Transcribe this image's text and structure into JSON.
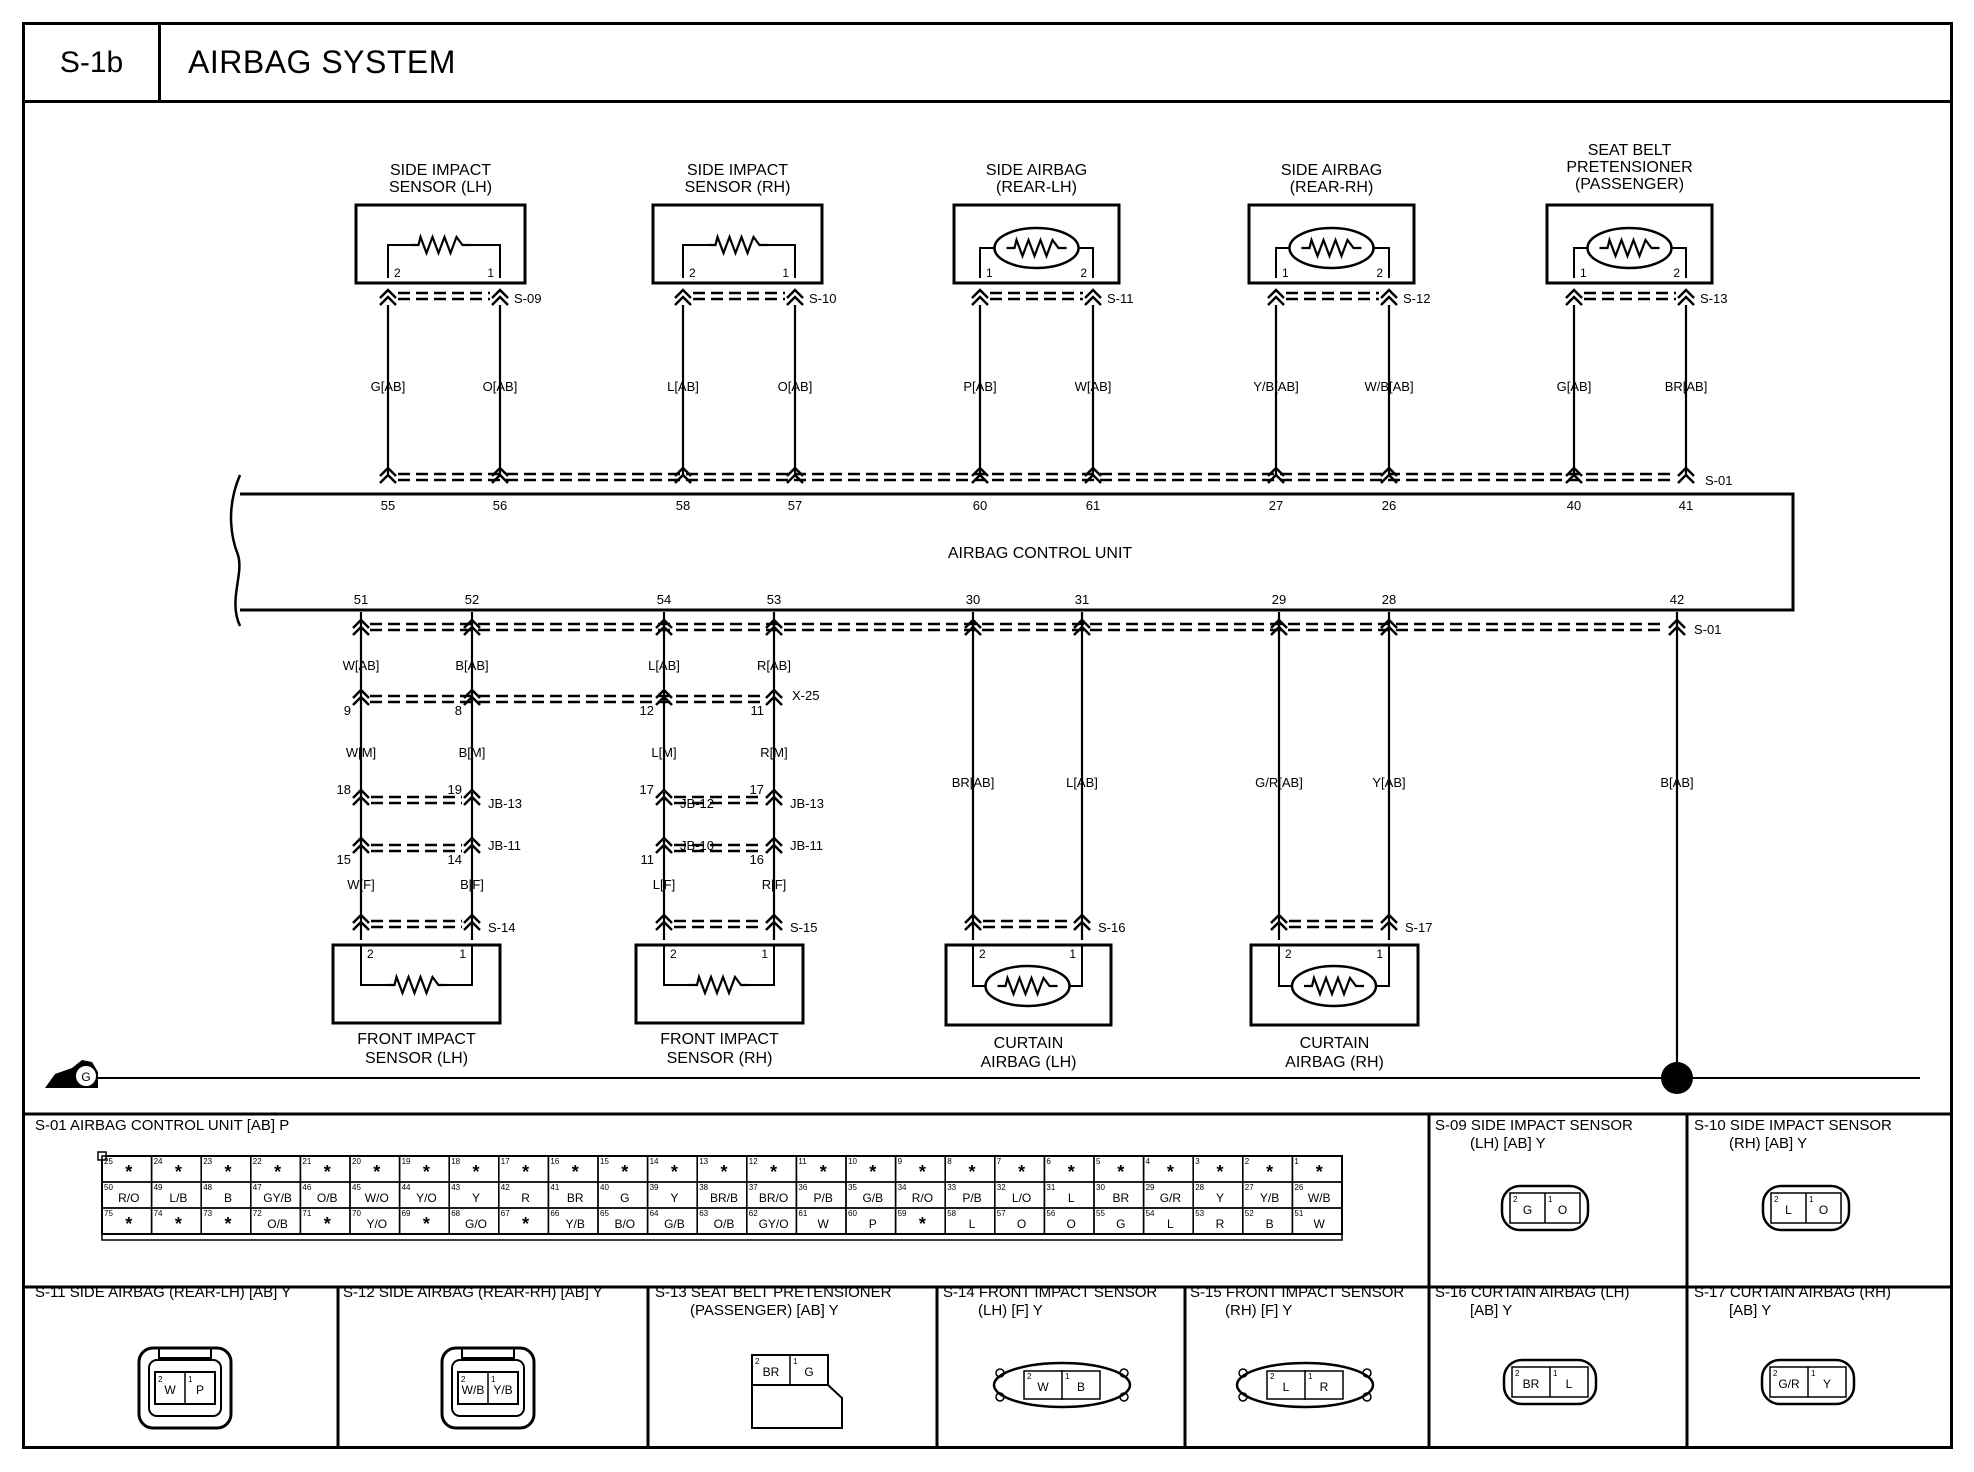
{
  "header": {
    "code": "S-1b",
    "title": "AIRBAG SYSTEM"
  },
  "top_components": [
    {
      "title": [
        "SIDE IMPACT",
        "SENSOR (LH)"
      ],
      "kind": "sensor",
      "pins": [
        "2",
        "1"
      ],
      "connector": "S-09",
      "wires": [
        "G[AB]",
        "O[AB]"
      ],
      "ecu_pins": [
        "55",
        "56"
      ]
    },
    {
      "title": [
        "SIDE IMPACT",
        "SENSOR (RH)"
      ],
      "kind": "sensor",
      "pins": [
        "2",
        "1"
      ],
      "connector": "S-10",
      "wires": [
        "L[AB]",
        "O[AB]"
      ],
      "ecu_pins": [
        "58",
        "57"
      ]
    },
    {
      "title": [
        "SIDE AIRBAG",
        "(REAR-LH)"
      ],
      "kind": "airbag",
      "pins": [
        "1",
        "2"
      ],
      "connector": "S-11",
      "wires": [
        "P[AB]",
        "W[AB]"
      ],
      "ecu_pins": [
        "60",
        "61"
      ]
    },
    {
      "title": [
        "SIDE AIRBAG",
        "(REAR-RH)"
      ],
      "kind": "airbag",
      "pins": [
        "1",
        "2"
      ],
      "connector": "S-12",
      "wires": [
        "Y/B[AB]",
        "W/B[AB]"
      ],
      "ecu_pins": [
        "27",
        "26"
      ]
    },
    {
      "title": [
        "SEAT BELT",
        "PRETENSIONER",
        "(PASSENGER)"
      ],
      "kind": "airbag",
      "pins": [
        "1",
        "2"
      ],
      "connector": "S-13",
      "wires": [
        "G[AB]",
        "BR[AB]"
      ],
      "ecu_pins": [
        "40",
        "41"
      ]
    }
  ],
  "top_connector": "S-01",
  "ecu": {
    "label": "AIRBAG CONTROL UNIT",
    "bottom_connector": "S-01"
  },
  "front_sensors": [
    {
      "title": [
        "FRONT IMPACT",
        "SENSOR (LH)"
      ],
      "ecu_pins": [
        "51",
        "52"
      ],
      "wires_ab": [
        "W[AB]",
        "B[AB]"
      ],
      "x25_pins": [
        "9",
        "8"
      ],
      "wires_m": [
        "W[M]",
        "B[M]"
      ],
      "jb_a_pins": [
        "18",
        "19"
      ],
      "jb_a": "JB-13",
      "jb_b_pins": [
        "15",
        "14"
      ],
      "jb_b": "JB-11",
      "wires_f": [
        "W[F]",
        "B[F]"
      ],
      "connector": "S-14",
      "pins": [
        "2",
        "1"
      ]
    },
    {
      "title": [
        "FRONT IMPACT",
        "SENSOR (RH)"
      ],
      "ecu_pins": [
        "54",
        "53"
      ],
      "wires_ab": [
        "L[AB]",
        "R[AB]"
      ],
      "x25_pins": [
        "12",
        "11"
      ],
      "wires_m": [
        "L[M]",
        "R[M]"
      ],
      "jb_a_pins": [
        "17",
        "17"
      ],
      "jb_a_labels": [
        "JB-12",
        "JB-13"
      ],
      "jb_b_pins": [
        "11",
        "16"
      ],
      "jb_b_labels": [
        "JB-10",
        "JB-11"
      ],
      "wires_f": [
        "L[F]",
        "R[F]"
      ],
      "connector": "S-15",
      "pins": [
        "2",
        "1"
      ]
    }
  ],
  "x25": "X-25",
  "curtains": [
    {
      "title": [
        "CURTAIN",
        "AIRBAG (LH)"
      ],
      "ecu_pins": [
        "30",
        "31"
      ],
      "wires": [
        "BR[AB]",
        "L[AB]"
      ],
      "connector": "S-16",
      "pins": [
        "2",
        "1"
      ]
    },
    {
      "title": [
        "CURTAIN",
        "AIRBAG (RH)"
      ],
      "ecu_pins": [
        "29",
        "28"
      ],
      "wires": [
        "G/R[AB]",
        "Y[AB]"
      ],
      "connector": "S-17",
      "pins": [
        "2",
        "1"
      ]
    }
  ],
  "ground": {
    "ecu_pin": "42",
    "wire": "B[AB]",
    "label": "G",
    "node": "42"
  },
  "s01_panel": {
    "title": "S-01 AIRBAG CONTROL UNIT [AB] P",
    "rows": [
      [
        [
          "25",
          "*"
        ],
        [
          "24",
          "*"
        ],
        [
          "23",
          "*"
        ],
        [
          "22",
          "*"
        ],
        [
          "21",
          "*"
        ],
        [
          "20",
          "*"
        ],
        [
          "19",
          "*"
        ],
        [
          "18",
          "*"
        ],
        [
          "17",
          "*"
        ],
        [
          "16",
          "*"
        ],
        [
          "15",
          "*"
        ],
        [
          "14",
          "*"
        ],
        [
          "13",
          "*"
        ],
        [
          "12",
          "*"
        ],
        [
          "11",
          "*"
        ],
        [
          "10",
          "*"
        ],
        [
          "9",
          "*"
        ],
        [
          "8",
          "*"
        ],
        [
          "7",
          "*"
        ],
        [
          "6",
          "*"
        ],
        [
          "5",
          "*"
        ],
        [
          "4",
          "*"
        ],
        [
          "3",
          "*"
        ],
        [
          "2",
          "*"
        ],
        [
          "1",
          "*"
        ]
      ],
      [
        [
          "50",
          "R/O"
        ],
        [
          "49",
          "L/B"
        ],
        [
          "48",
          "B"
        ],
        [
          "47",
          "GY/B"
        ],
        [
          "46",
          "O/B"
        ],
        [
          "45",
          "W/O"
        ],
        [
          "44",
          "Y/O"
        ],
        [
          "43",
          "Y"
        ],
        [
          "42",
          "R"
        ],
        [
          "41",
          "BR"
        ],
        [
          "40",
          "G"
        ],
        [
          "39",
          "Y"
        ],
        [
          "38",
          "BR/B"
        ],
        [
          "37",
          "BR/O"
        ],
        [
          "36",
          "P/B"
        ],
        [
          "35",
          "G/B"
        ],
        [
          "34",
          "R/O"
        ],
        [
          "33",
          "P/B"
        ],
        [
          "32",
          "L/O"
        ],
        [
          "31",
          "L"
        ],
        [
          "30",
          "BR"
        ],
        [
          "29",
          "G/R"
        ],
        [
          "28",
          "Y"
        ],
        [
          "27",
          "Y/B"
        ],
        [
          "26",
          "W/B"
        ]
      ],
      [
        [
          "75",
          "*"
        ],
        [
          "74",
          "*"
        ],
        [
          "73",
          "*"
        ],
        [
          "72",
          "O/B"
        ],
        [
          "71",
          "*"
        ],
        [
          "70",
          "Y/O"
        ],
        [
          "69",
          "*"
        ],
        [
          "68",
          "G/O"
        ],
        [
          "67",
          "*"
        ],
        [
          "66",
          "Y/B"
        ],
        [
          "65",
          "B/O"
        ],
        [
          "64",
          "G/B"
        ],
        [
          "63",
          "O/B"
        ],
        [
          "62",
          "GY/O"
        ],
        [
          "61",
          "W"
        ],
        [
          "60",
          "P"
        ],
        [
          "59",
          "*"
        ],
        [
          "58",
          "L"
        ],
        [
          "57",
          "O"
        ],
        [
          "56",
          "O"
        ],
        [
          "55",
          "G"
        ],
        [
          "54",
          "L"
        ],
        [
          "53",
          "R"
        ],
        [
          "52",
          "B"
        ],
        [
          "51",
          "W"
        ]
      ]
    ]
  },
  "conn_panels": [
    {
      "title": [
        "S-09 SIDE IMPACT SENSOR",
        "(LH) [AB] Y"
      ],
      "pins": [
        [
          "2",
          "G"
        ],
        [
          "1",
          "O"
        ]
      ]
    },
    {
      "title": [
        "S-10 SIDE IMPACT SENSOR",
        "(RH) [AB] Y"
      ],
      "pins": [
        [
          "2",
          "L"
        ],
        [
          "1",
          "O"
        ]
      ]
    },
    {
      "title": [
        "S-11 SIDE AIRBAG (REAR-LH) [AB] Y"
      ],
      "pins": [
        [
          "2",
          "W"
        ],
        [
          "1",
          "P"
        ]
      ]
    },
    {
      "title": [
        "S-12 SIDE AIRBAG (REAR-RH) [AB] Y"
      ],
      "pins": [
        [
          "2",
          "W/B"
        ],
        [
          "1",
          "Y/B"
        ]
      ]
    },
    {
      "title": [
        "S-13 SEAT BELT PRETENSIONER",
        "(PASSENGER) [AB] Y"
      ],
      "pins": [
        [
          "2",
          "BR"
        ],
        [
          "1",
          "G"
        ]
      ]
    },
    {
      "title": [
        "S-14 FRONT IMPACT SENSOR",
        "(LH) [F] Y"
      ],
      "pins": [
        [
          "2",
          "W"
        ],
        [
          "1",
          "B"
        ]
      ]
    },
    {
      "title": [
        "S-15 FRONT IMPACT SENSOR",
        "(RH) [F] Y"
      ],
      "pins": [
        [
          "2",
          "L"
        ],
        [
          "1",
          "R"
        ]
      ]
    },
    {
      "title": [
        "S-16 CURTAIN AIRBAG (LH)",
        "[AB] Y"
      ],
      "pins": [
        [
          "2",
          "BR"
        ],
        [
          "1",
          "L"
        ]
      ]
    },
    {
      "title": [
        "S-17 CURTAIN AIRBAG (RH)",
        "[AB] Y"
      ],
      "pins": [
        [
          "2",
          "G/R"
        ],
        [
          "1",
          "Y"
        ]
      ]
    }
  ]
}
